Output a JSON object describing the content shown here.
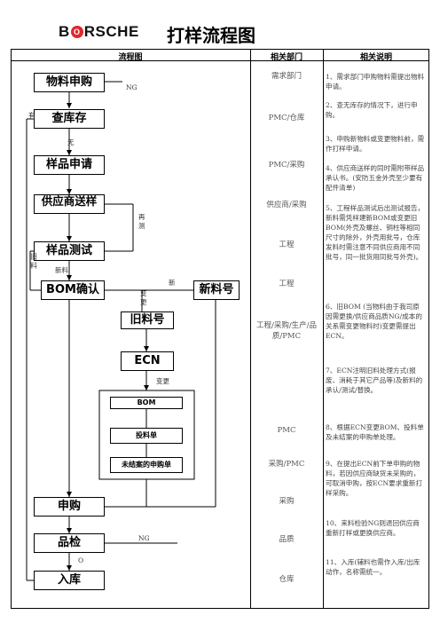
{
  "header": {
    "logo_pre": "B",
    "logo_o": "O",
    "logo_post": "RSCHE",
    "title": "打样流程图"
  },
  "columns": {
    "flow": "流程图",
    "dept": "相关部门",
    "desc": "相关说明"
  },
  "flow_boxes": {
    "material_apply": "物料申购",
    "check_stock": "查库存",
    "sample_apply": "样品申请",
    "supplier_send": "供应商送样",
    "sample_test": "样品测试",
    "bom_confirm": "BOM确认",
    "new_part_no": "新料号",
    "old_part_no": "旧料号",
    "ecn": "ECN",
    "bom": "BOM",
    "delivery_order": "投料单",
    "open_purchase": "未结案的申购单",
    "purchase": "申购",
    "inspection": "品检",
    "warehousing": "入库"
  },
  "flow_labels": {
    "ng1": "NG",
    "have": "有",
    "none": "无",
    "retest": "再测",
    "old_material": "旧料",
    "new_material": "新料",
    "new": "新",
    "change1": "变更",
    "change2": "变更",
    "ng2": "NG",
    "ok": "O"
  },
  "departments": [
    "需求部门",
    "PMC/仓库",
    "PMC/采购",
    "供应商/采购",
    "工程",
    "工程",
    "工程/采购/生产/品质/PMC",
    "PMC",
    "采购/PMC",
    "采购",
    "品质",
    "仓库"
  ],
  "notes": [
    "1、需求部门申购物料需提出物料申请。",
    "2、查无库存的情况下，进行申购。",
    "3、申购新物料或变更物料前，需作打样申请。",
    "4、供应商送样的同时需附带样品承认书。(安防五金外壳至少要有配件清单)",
    "5、工程样品测试后出测试报告，新料需凭样建新BOM或变更旧BOM(外壳及螺丝、铜柱等相同尺寸的除外，外壳用批号，仓库发料时需注意不同供应商用不同批号，同一批货用同批号外壳)。",
    "6、旧BOM (当物料由于我司原因需更换/供应商品质NG/成本的关系需变更物料时)变更需提出ECN。",
    "7、ECN注明旧料处理方式(报废、消耗于其它产品等)及新料的承认/测试/替换。",
    "8、根据ECN变更BOM、投料单及未结案的申购单处理。",
    "9、在提出ECN前下单申购的物料，若因供应商缺货未采购的，可取消申购，按ECN要求重新打样采购。",
    "10、来料检验NG则退回供应商重新打样或更换供应商。",
    "11、入库(辅料也需作入库/出库动作，名称需统一。"
  ]
}
